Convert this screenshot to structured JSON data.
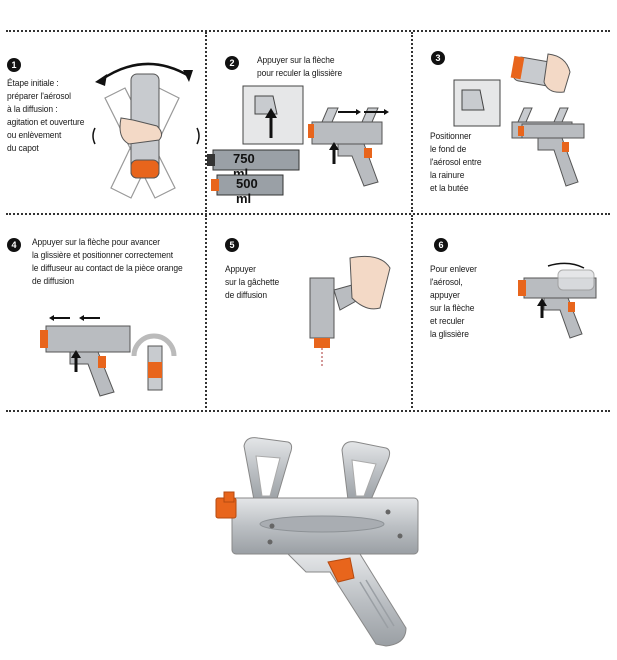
{
  "steps": [
    {
      "number": "1",
      "lines": [
        "Étape initiale :",
        "préparer l'aérosol",
        "à la diffusion :",
        "agitation et ouverture",
        "ou enlèvement",
        "du capot"
      ]
    },
    {
      "number": "2",
      "lines": [
        "Appuyer sur la flèche",
        "pour reculer la glissière"
      ]
    },
    {
      "number": "3",
      "lines": [
        "Positionner",
        "le fond de",
        "l'aérosol entre",
        "la rainure",
        "et la butée"
      ]
    },
    {
      "number": "4",
      "lines": [
        "Appuyer sur la flèche pour avancer",
        "la glissière et positionner correctement",
        "le diffuseur au contact de la pièce orange",
        "de diffusion"
      ]
    },
    {
      "number": "5",
      "lines": [
        "Appuyer",
        "sur la gâchette",
        "de diffusion"
      ]
    },
    {
      "number": "6",
      "lines": [
        "Pour enlever",
        "l'aérosol,",
        "appuyer",
        "sur la flèche",
        "et reculer",
        "la glissière"
      ]
    }
  ],
  "cans": [
    {
      "label": "750 ml"
    },
    {
      "label": "500 ml"
    }
  ],
  "icons": [
    "aerosol-can-icon",
    "spray-gun-icon",
    "hand-icon",
    "arrow-icon"
  ],
  "colors": {
    "accent": "#e8651c",
    "metal": "#b9bcc0",
    "dark": "#111111"
  }
}
